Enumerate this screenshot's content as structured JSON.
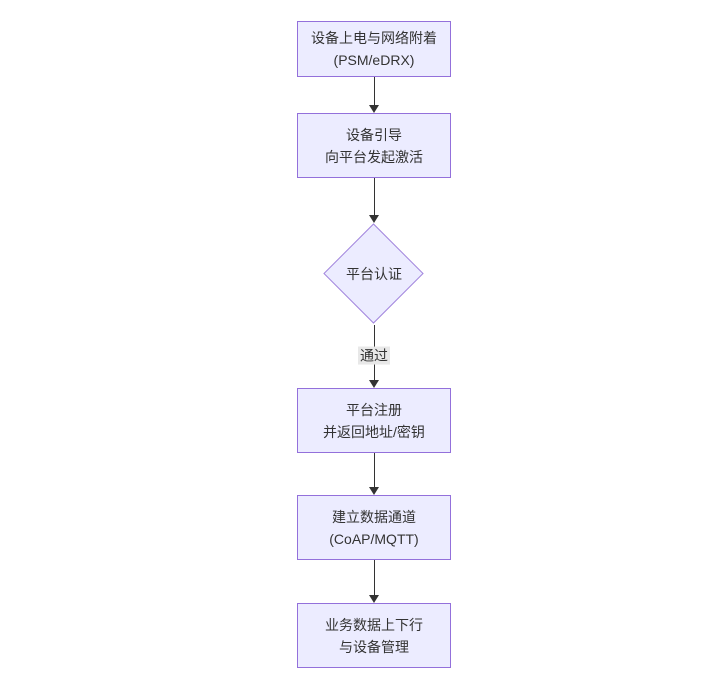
{
  "theme": {
    "node_fill": "#ECECFF",
    "node_border": "#9370DB",
    "diamond_border": "#a285dd",
    "text_color": "#333333",
    "arrow_color": "#333333",
    "edge_label_bg": "#e8e8e8",
    "background": "#ffffff"
  },
  "flowchart": {
    "direction": "top-down",
    "nodes": [
      {
        "id": "A",
        "type": "rect",
        "line1": "设备上电与网络附着",
        "line2": "(PSM/eDRX)"
      },
      {
        "id": "B",
        "type": "rect",
        "line1": "设备引导",
        "line2": "向平台发起激活"
      },
      {
        "id": "C",
        "type": "diamond",
        "label": "平台认证"
      },
      {
        "id": "D",
        "type": "rect",
        "line1": "平台注册",
        "line2": "并返回地址/密钥"
      },
      {
        "id": "E",
        "type": "rect",
        "line1": "建立数据通道",
        "line2": "(CoAP/MQTT)"
      },
      {
        "id": "F",
        "type": "rect",
        "line1": "业务数据上下行",
        "line2": "与设备管理"
      }
    ],
    "edges": [
      {
        "from": "A",
        "to": "B",
        "label": ""
      },
      {
        "from": "B",
        "to": "C",
        "label": ""
      },
      {
        "from": "C",
        "to": "D",
        "label": "通过"
      },
      {
        "from": "D",
        "to": "E",
        "label": ""
      },
      {
        "from": "E",
        "to": "F",
        "label": ""
      }
    ]
  }
}
